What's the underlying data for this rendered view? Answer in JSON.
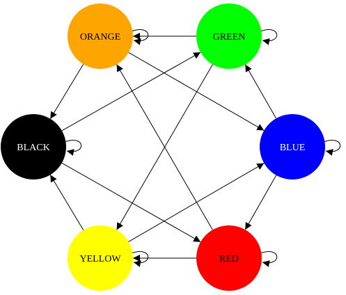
{
  "graph": {
    "nodes": [
      {
        "id": "orange",
        "label": "ORANGE",
        "fill": "#ffa500",
        "text_color": "#000000"
      },
      {
        "id": "green",
        "label": "GREEN",
        "fill": "#00ff00",
        "text_color": "#000000"
      },
      {
        "id": "black",
        "label": "BLACK",
        "fill": "#000000",
        "text_color": "#ffffff"
      },
      {
        "id": "blue",
        "label": "BLUE",
        "fill": "#0000ff",
        "text_color": "#ffffff"
      },
      {
        "id": "yellow",
        "label": "YELLOW",
        "fill": "#ffff00",
        "text_color": "#000000"
      },
      {
        "id": "red",
        "label": "RED",
        "fill": "#ff0000",
        "text_color": "#000000"
      }
    ],
    "edges": [
      {
        "from": "green",
        "to": "orange"
      },
      {
        "from": "orange",
        "to": "black"
      },
      {
        "from": "orange",
        "to": "blue"
      },
      {
        "from": "green",
        "to": "yellow"
      },
      {
        "from": "black",
        "to": "green"
      },
      {
        "from": "black",
        "to": "red"
      },
      {
        "from": "blue",
        "to": "green"
      },
      {
        "from": "blue",
        "to": "red"
      },
      {
        "from": "yellow",
        "to": "black"
      },
      {
        "from": "yellow",
        "to": "blue"
      },
      {
        "from": "red",
        "to": "orange"
      },
      {
        "from": "red",
        "to": "yellow"
      }
    ],
    "self_loops": [
      "orange",
      "green",
      "black",
      "blue",
      "yellow",
      "red"
    ]
  }
}
